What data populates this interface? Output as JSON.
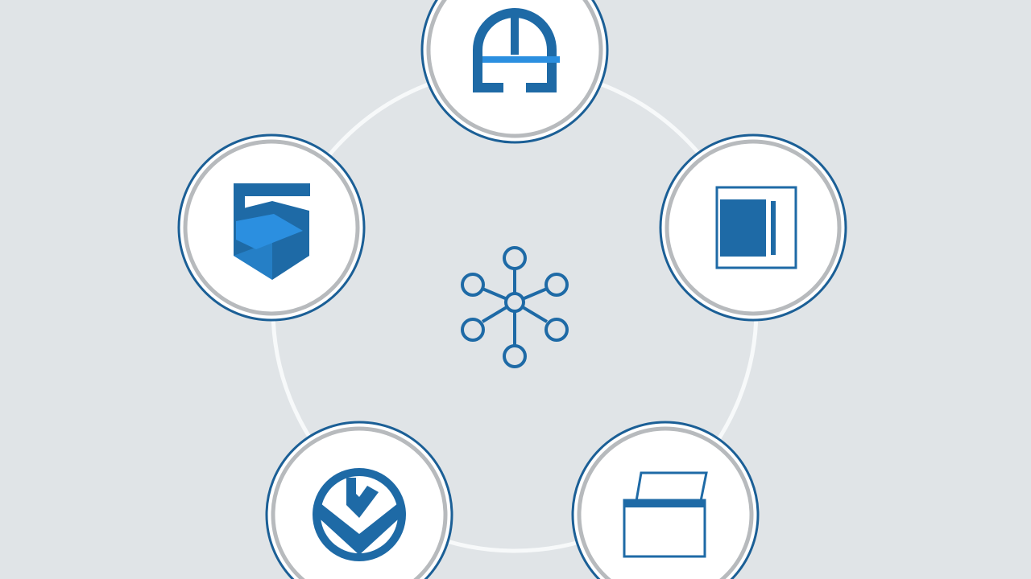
{
  "colors": {
    "background": "#e0e4e7",
    "ring": "#f7f9fa",
    "node_fill": "#ffffff",
    "node_outer_stroke": "#1b5f96",
    "node_inner_stroke": "#b7babd",
    "icon_dark": "#1e6aa6",
    "icon_light": "#2b8fe0",
    "hub": "#1e6aa6"
  },
  "diagram": {
    "center_icon": "network-hub-icon",
    "nodes": [
      {
        "id": "top",
        "icon": "arch-gateway-icon"
      },
      {
        "id": "upper-right",
        "icon": "panel-document-icon"
      },
      {
        "id": "lower-right",
        "icon": "open-folder-icon"
      },
      {
        "id": "lower-left",
        "icon": "shield-chevron-badge-icon"
      },
      {
        "id": "upper-left",
        "icon": "hexagon-cube-logo-icon"
      }
    ]
  }
}
